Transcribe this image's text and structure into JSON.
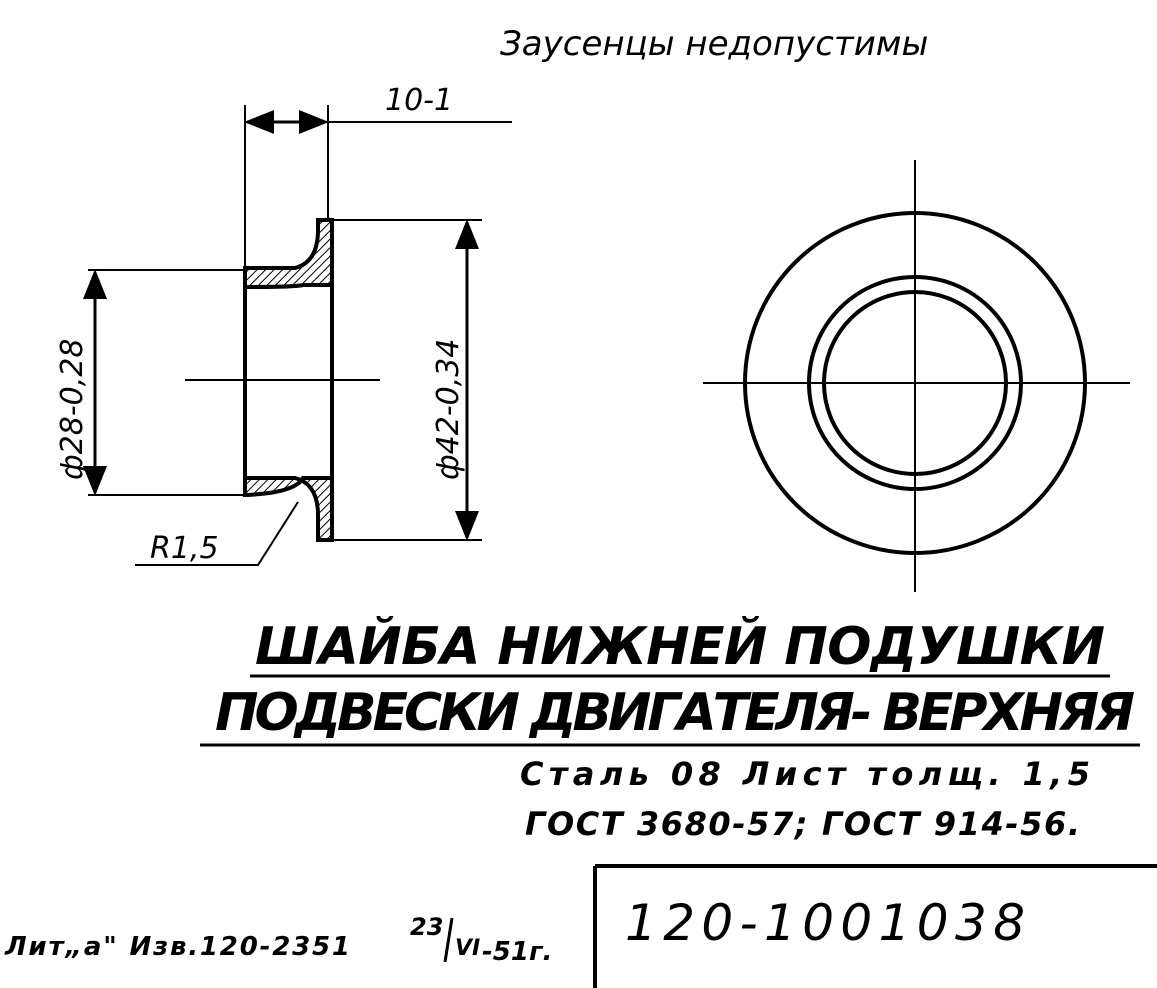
{
  "note": "Заусенцы недопустимы",
  "dimensions": {
    "width": "10-1",
    "inner_diameter": "ф28-0,28",
    "outer_diameter": "ф42-0,34",
    "radius": "R1,5"
  },
  "title": {
    "line1": "ШАЙБА НИЖНЕЙ ПОДУШКИ",
    "line2": "ПОДВЕСКИ ДВИГАТЕЛЯ- ВЕРХНЯЯ"
  },
  "material": {
    "line1": "Сталь 08 Лист толщ. 1,5",
    "line2": "ГОСТ 3680-57; ГОСТ 914-56."
  },
  "revision": {
    "text": "Лит„а\" Изв.120-2351",
    "date_day": "23",
    "date_month": "VI",
    "date_year": "-51г."
  },
  "part_number": "120-1001038"
}
